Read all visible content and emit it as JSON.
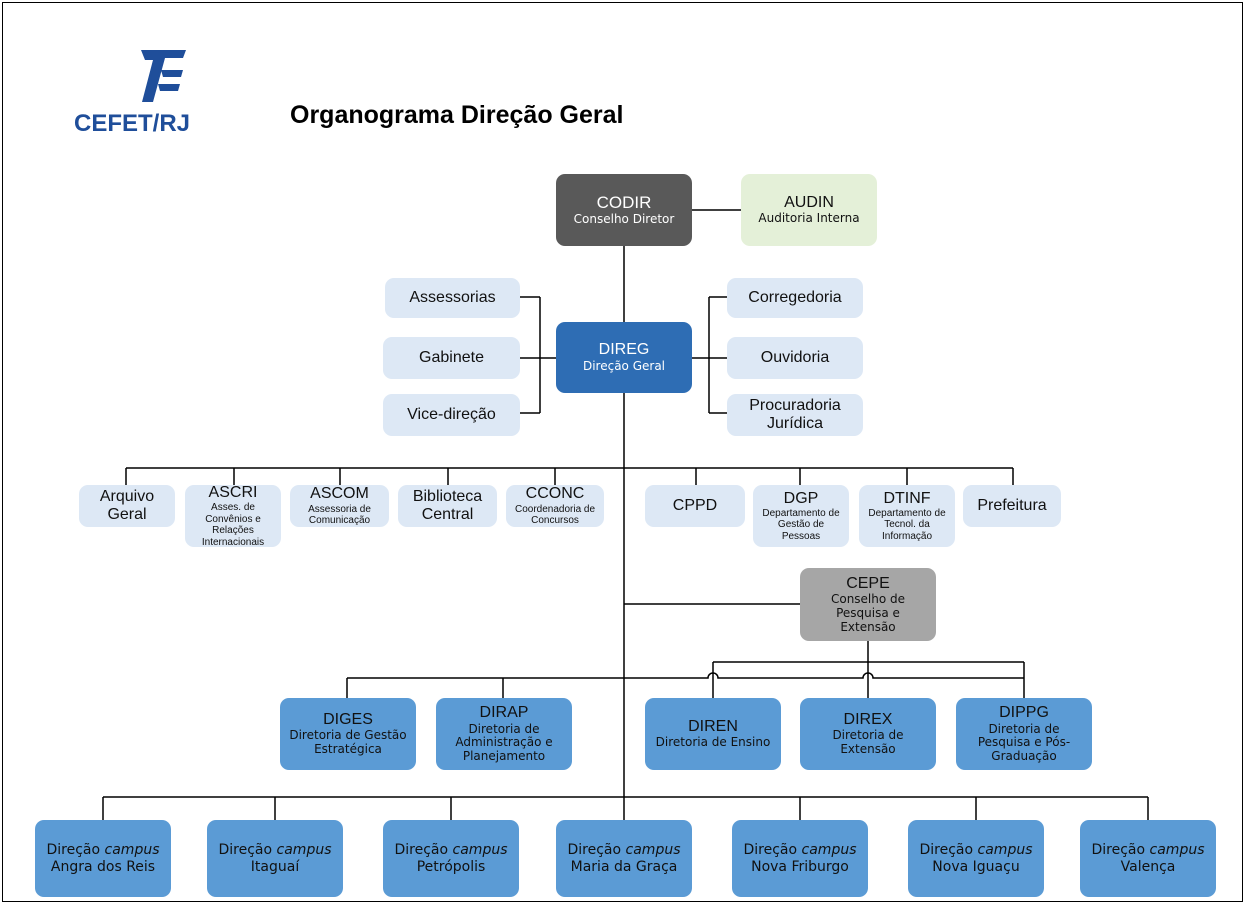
{
  "logo": {
    "text": "CEFET/RJ"
  },
  "title": "Organograma Direção Geral",
  "colors": {
    "dark": "#595959",
    "green": "#e4f0d8",
    "blue": "#2e6db4",
    "light": "#dde8f5",
    "grey": "#a6a6a6",
    "mid": "#5b9bd5",
    "logo": "#1f4e9a"
  },
  "codir": {
    "title": "CODIR",
    "sub": "Conselho Diretor"
  },
  "audin": {
    "title": "AUDIN",
    "sub": "Auditoria Interna"
  },
  "direg": {
    "title": "DIREG",
    "sub": "Direção Geral"
  },
  "left_units": [
    "Assessorias",
    "Gabinete",
    "Vice-direção"
  ],
  "right_units": [
    "Corregedoria",
    "Ouvidoria",
    "Procuradoria Jurídica"
  ],
  "row": [
    {
      "title": "Arquivo Geral",
      "sub": ""
    },
    {
      "title": "ASCRI",
      "sub": "Asses. de Convênios e Relações Internacionais"
    },
    {
      "title": "ASCOM",
      "sub": "Assessoria de Comunicação"
    },
    {
      "title": "Biblioteca Central",
      "sub": ""
    },
    {
      "title": "CCONC",
      "sub": "Coordenadoria de Concursos"
    },
    {
      "title": "CPPD",
      "sub": ""
    },
    {
      "title": "DGP",
      "sub": "Departamento de Gestão de Pessoas"
    },
    {
      "title": "DTINF",
      "sub": "Departamento de Tecnol. da Informação"
    },
    {
      "title": "Prefeitura",
      "sub": ""
    }
  ],
  "cepe": {
    "title": "CEPE",
    "sub": "Conselho de Pesquisa e Extensão"
  },
  "diretorias": [
    {
      "title": "DIGES",
      "sub": "Diretoria de Gestão Estratégica"
    },
    {
      "title": "DIRAP",
      "sub": "Diretoria de Administração e Planejamento"
    },
    {
      "title": "DIREN",
      "sub": "Diretoria de Ensino"
    },
    {
      "title": "DIREX",
      "sub": "Diretoria de Extensão"
    },
    {
      "title": "DIPPG",
      "sub": "Diretoria de Pesquisa e Pós-Graduação"
    }
  ],
  "campus_label": "Direção",
  "campus_word": "campus",
  "campi": [
    "Angra dos Reis",
    "Itaguaí",
    "Petrópolis",
    "Maria da Graça",
    "Nova Friburgo",
    "Nova Iguaçu",
    "Valença"
  ]
}
